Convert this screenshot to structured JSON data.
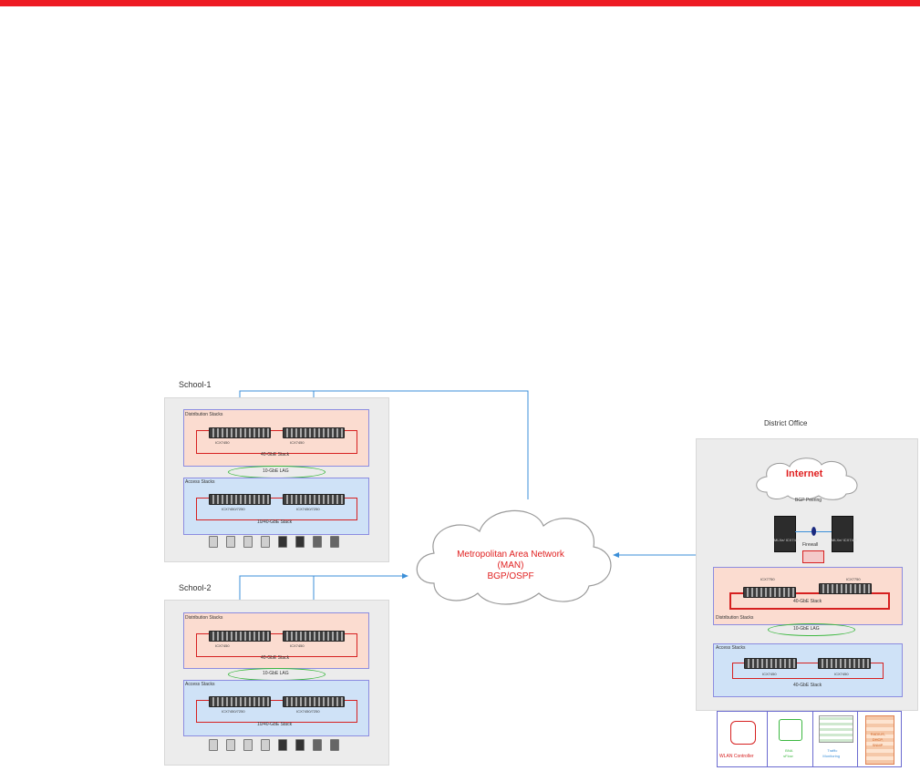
{
  "colors": {
    "accent": "#ee1b24",
    "link": "#3b8fd8",
    "lag": "#3cb840",
    "stack": "#d62020"
  },
  "school1": {
    "title": "School-1",
    "dist_label": "Distribution Stacks",
    "dist_sw_left": "ICX7450",
    "dist_sw_right": "ICX7450",
    "dist_stack": "40-GbE Stack",
    "lag": "10-GbE LAG",
    "acc_label": "Access Stacks",
    "acc_sw_left": "ICX7450/7250",
    "acc_sw_right": "ICX7450/7250",
    "acc_stack": "10/40-GbE Stack"
  },
  "school2": {
    "title": "School-2",
    "dist_label": "Distribution Stacks",
    "dist_sw_left": "ICX7450",
    "dist_sw_right": "ICX7450",
    "dist_stack": "40-GbE Stack",
    "lag": "10-GbE LAG",
    "acc_label": "Access Stacks",
    "acc_sw_left": "ICX7450/7250",
    "acc_sw_right": "ICX7450/7250",
    "acc_stack": "10/40-GbE Stack"
  },
  "man": {
    "line1": "Metropolitan Area Network",
    "line2": "(MAN)",
    "line3": "BGP/OSPF"
  },
  "district": {
    "title": "District Office",
    "internet": "Internet",
    "bgp": "BGP Peering",
    "router_left": "MLXe/ ICX7450",
    "router_right": "MLXe/ ICX7450",
    "firewall": "Firewall",
    "dist_sw_left": "ICX7750",
    "dist_sw_right": "ICX7750",
    "dist_stack": "40-GbE Stack",
    "dist_label": "Distribution Stacks",
    "lag": "10-GbE LAG",
    "acc_label": "Access Stacks",
    "acc_sw_left": "ICX7450",
    "acc_sw_right": "ICX7450",
    "acc_stack": "40-GbE Stack"
  },
  "mgmt": {
    "wlan": "WLAN Controller",
    "bna1": "BNA",
    "bna2": "sFlow",
    "traffic1": "Traffic",
    "traffic2": "Monitoring",
    "radius1": "RADIUS,",
    "radius2": "DHCP,",
    "radius3": "SNMP"
  }
}
